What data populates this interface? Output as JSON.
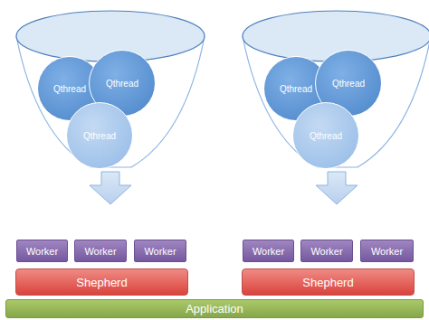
{
  "diagram": {
    "nodes": [
      {
        "text": [
          "Qthread"
        ]
      },
      {
        "text": [
          "Qthread"
        ]
      },
      {
        "text": [
          "Qthread"
        ]
      },
      {
        "text": [
          "Qthread"
        ]
      },
      {
        "text": [
          "Qthread"
        ]
      },
      {
        "text": [
          "Qthread"
        ]
      },
      {
        "text": [
          "Worker"
        ]
      },
      {
        "text": [
          "Worker"
        ]
      },
      {
        "text": [
          "Worker"
        ]
      },
      {
        "text": [
          "Worker"
        ]
      },
      {
        "text": [
          "Worker"
        ]
      },
      {
        "text": [
          "Worker"
        ]
      },
      {
        "text": [
          "Shepherd"
        ]
      },
      {
        "text": [
          "Shepherd"
        ]
      },
      {
        "text": [
          "Application"
        ]
      }
    ]
  }
}
